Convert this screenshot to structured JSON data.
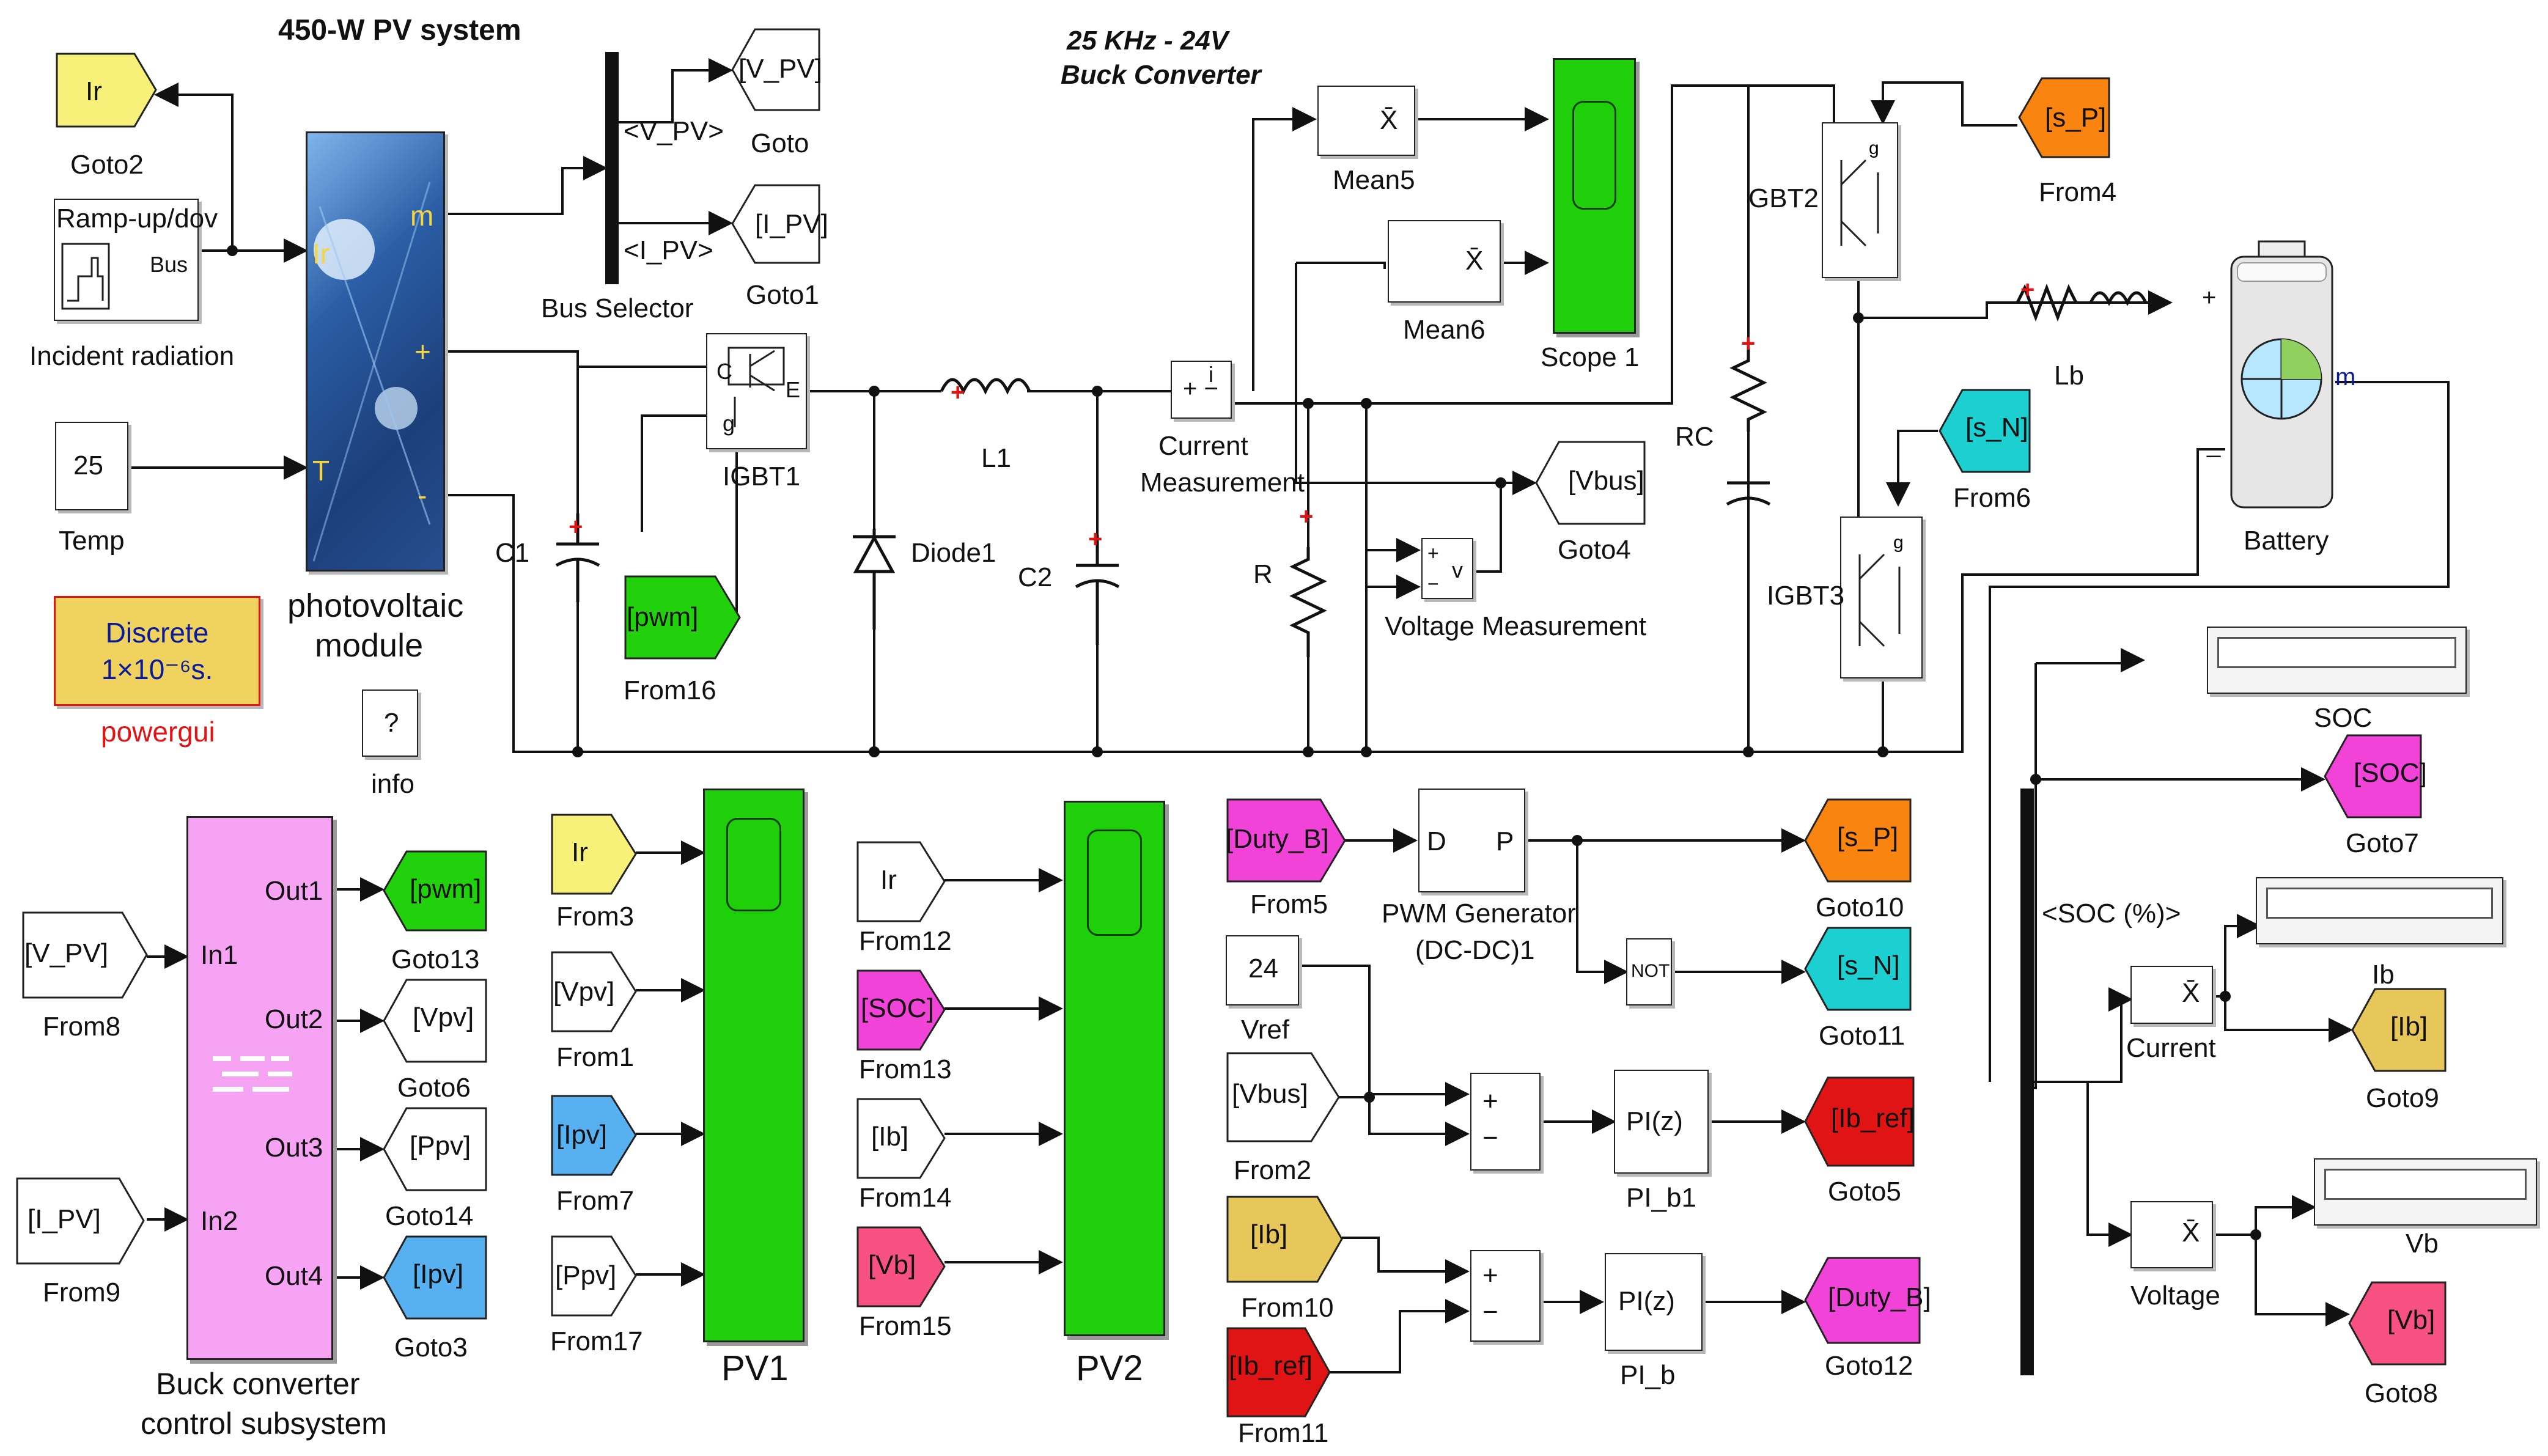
{
  "title": "450-W  PV system",
  "subtitle_line1": "25 KHz - 24V",
  "subtitle_line2": "Buck Converter",
  "colors": {
    "yellow": "#f7f17a",
    "green": "#21d10c",
    "orange": "#f9840f",
    "cyan": "#1ccfd0",
    "magenta": "#f243d8",
    "blue": "#57b0f0",
    "red": "#e01414",
    "pink": "#f65180",
    "gold": "#e7c75a",
    "violet": "#f7a3f3",
    "panel": "#2e5fa8",
    "powergui": "#f0d35e"
  },
  "blocks": {
    "ir_goto2": {
      "text": "Ir",
      "label": "Goto2"
    },
    "ramp": {
      "text": "Ramp-up/dov",
      "port": "Bus",
      "label": "Incident radiation"
    },
    "temp": {
      "text": "25",
      "label": "Temp"
    },
    "pv_module": {
      "label_line1": "photovoltaic",
      "label_line2": "module",
      "port_i": "Ir",
      "port_t": "T",
      "port_m": "m",
      "port_plus": "+",
      "port_minus": "-"
    },
    "powergui": {
      "line1": "Discrete",
      "line2": "1×10⁻⁶s.",
      "label": "powergui"
    },
    "info": {
      "text": "?",
      "label": "info"
    },
    "bus_selector": {
      "label": "Bus Selector",
      "sig1": "<V_PV>",
      "sig2": "<I_PV>"
    },
    "goto_vpv": {
      "text": "[V_PV]",
      "label": "Goto"
    },
    "goto1": {
      "text": "[I_PV]",
      "label": "Goto1"
    },
    "c1": {
      "label": "C1"
    },
    "igbt1": {
      "label": "IGBT1",
      "pin_c": "C",
      "pin_e": "E",
      "pin_g": "g"
    },
    "from16": {
      "text": "[pwm]",
      "label": "From16"
    },
    "diode1": {
      "label": "Diode1"
    },
    "l1": {
      "label": "L1"
    },
    "c2": {
      "label": "C2"
    },
    "current_meas": {
      "label_line1": "Current",
      "label_line2": "Measurement",
      "pin_i": "i"
    },
    "r": {
      "label": "R"
    },
    "mean5": {
      "label": "Mean5",
      "text": "X̄"
    },
    "mean6": {
      "label": "Mean6",
      "text": "X̄"
    },
    "scope1": {
      "label": "Scope 1"
    },
    "goto4": {
      "text": "[Vbus]",
      "label": "Goto4"
    },
    "volt_meas": {
      "label": "Voltage Measurement",
      "pin_v": "v"
    },
    "rc": {
      "label": "RC"
    },
    "gbt2": {
      "label": "GBT2"
    },
    "from4": {
      "text": "[s_P]",
      "label": "From4"
    },
    "lb": {
      "label": "Lb"
    },
    "from6": {
      "text": "[s_N]",
      "label": "From6"
    },
    "igbt3": {
      "label": "IGBT3"
    },
    "battery": {
      "label": "Battery",
      "port_m": "m",
      "port_plus": "+",
      "port_minus": "_"
    },
    "soc_display": {
      "label": "SOC"
    },
    "goto7": {
      "text": "[SOC]",
      "label": "Goto7"
    },
    "bus2": {
      "sig": "<SOC (%)>"
    },
    "ib_display": {
      "label": "Ib"
    },
    "current_mean": {
      "label": "Current",
      "text": "X̄"
    },
    "goto9": {
      "text": "[Ib]",
      "label": "Goto9"
    },
    "vb_display": {
      "label": "Vb"
    },
    "voltage_mean": {
      "label": "Voltage",
      "text": "X̄"
    },
    "goto8": {
      "text": "[Vb]",
      "label": "Goto8"
    },
    "subsystem": {
      "label_line1": "Buck converter",
      "label_line2": "control subsystem",
      "in1": "In1",
      "in2": "In2",
      "out1": "Out1",
      "out2": "Out2",
      "out3": "Out3",
      "out4": "Out4"
    },
    "from8": {
      "text": "[V_PV]",
      "label": "From8"
    },
    "from9": {
      "text": "[I_PV]",
      "label": "From9"
    },
    "goto13": {
      "text": "[pwm]",
      "label": "Goto13"
    },
    "goto6": {
      "text": "[Vpv]",
      "label": "Goto6"
    },
    "goto14": {
      "text": "[Ppv]",
      "label": "Goto14"
    },
    "goto3": {
      "text": "[Ipv]",
      "label": "Goto3"
    },
    "from3": {
      "text": "Ir",
      "label": "From3"
    },
    "from1": {
      "text": "[Vpv]",
      "label": "From1"
    },
    "from7": {
      "text": "[Ipv]",
      "label": "From7"
    },
    "from17": {
      "text": "[Ppv]",
      "label": "From17"
    },
    "pv1": {
      "label": "PV1"
    },
    "from12": {
      "text": "Ir",
      "label": "From12"
    },
    "from13": {
      "text": "[SOC]",
      "label": "From13"
    },
    "from14": {
      "text": "[Ib]",
      "label": "From14"
    },
    "from15": {
      "text": "[Vb]",
      "label": "From15"
    },
    "pv2": {
      "label": "PV2"
    },
    "from5": {
      "text": "[Duty_B]",
      "label": "From5"
    },
    "pwm_gen": {
      "label_line1": "PWM Generator",
      "label_line2": "(DC-DC)1",
      "pin_d": "D",
      "pin_p": "P"
    },
    "goto10": {
      "text": "[s_P]",
      "label": "Goto10"
    },
    "not_gate": {
      "text": "NOT"
    },
    "goto11": {
      "text": "[s_N]",
      "label": "Goto11"
    },
    "vref": {
      "text": "24",
      "label": "Vref"
    },
    "from2": {
      "text": "[Vbus]",
      "label": "From2"
    },
    "sum1": {
      "plus": "+",
      "minus": "−"
    },
    "pi_b1": {
      "text": "PI(z)",
      "label": "PI_b1"
    },
    "goto5": {
      "text": "[Ib_ref]",
      "label": "Goto5"
    },
    "from10": {
      "text": "[Ib]",
      "label": "From10"
    },
    "from11": {
      "text": "[Ib_ref]",
      "label": "From11"
    },
    "sum2": {
      "plus": "+",
      "minus": "−"
    },
    "pi_b": {
      "text": "PI(z)",
      "label": "PI_b"
    },
    "goto12": {
      "text": "[Duty_B]",
      "label": "Goto12"
    }
  }
}
